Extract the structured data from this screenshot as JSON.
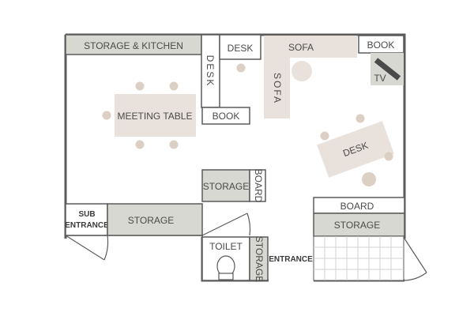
{
  "rooms": {
    "storage_kitchen": "STORAGE & KITCHEN",
    "desk_top": "DESK",
    "desk_vertical": "DESK",
    "sofa_top": "SOFA",
    "sofa_vertical": "SOFA",
    "book_top_right": "BOOK",
    "tv": "TV",
    "meeting_table": "MEETING TABLE",
    "book_mid": "BOOK",
    "desk_angled": "DESK",
    "storage_center": "STORAGE",
    "board_vertical": "BOARD",
    "board_right": "BOARD",
    "storage_right": "STORAGE",
    "sub_entrance_line1": "SUB",
    "sub_entrance_line2": "ENTRANCE",
    "storage_left": "STORAGE",
    "toilet": "TOILET",
    "storage_toilet": "STORAGE",
    "entrance": "ENTRANCE"
  },
  "colors": {
    "wall": "#5b5b5b",
    "storage_fill": "#d8d8d2",
    "furniture_fill": "#e9e2dc",
    "chair_fill": "#dccfc4",
    "tile_line": "#d0d0d0"
  }
}
